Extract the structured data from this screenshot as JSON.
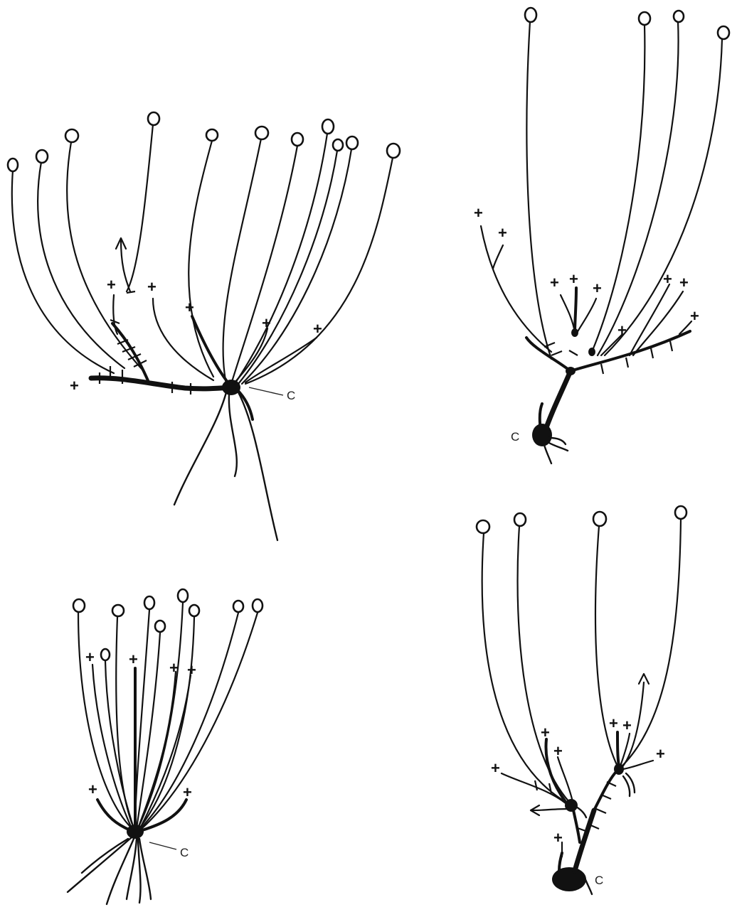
{
  "labels": {
    "crown_1": "C",
    "crown_2": "C",
    "crown_3": "C",
    "crown_4": "C"
  },
  "symbols": {
    "dead_tip": "+"
  }
}
